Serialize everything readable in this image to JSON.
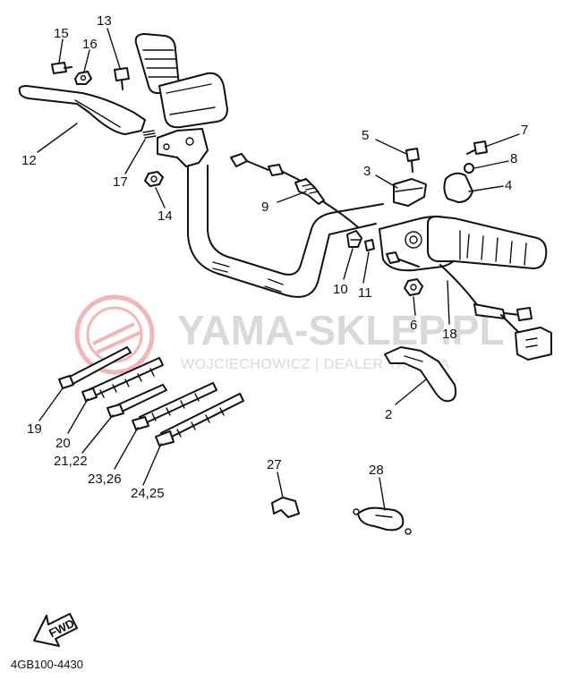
{
  "watermark": {
    "title": "YAMA-SKLEP.PL",
    "subtitle": "WOJCIECHOWICZ | DEALER YAMAHA",
    "logo_color": "#f2b6b6"
  },
  "direction_arrow_label": "FWD",
  "drawing_code": "4GB100-4430",
  "callouts": {
    "c1": "15",
    "c2": "16",
    "c3": "13",
    "c4": "12",
    "c5": "17",
    "c6": "14",
    "c7": "9",
    "c8": "5",
    "c9": "7",
    "c10": "8",
    "c11": "3",
    "c12": "4",
    "c13": "10",
    "c14": "11",
    "c15": "6",
    "c16": "18",
    "c17": "2",
    "c18": "19",
    "c19": "20",
    "c20": "21,22",
    "c21": "23,26",
    "c22": "24,25",
    "c23": "27",
    "c24": "28"
  }
}
